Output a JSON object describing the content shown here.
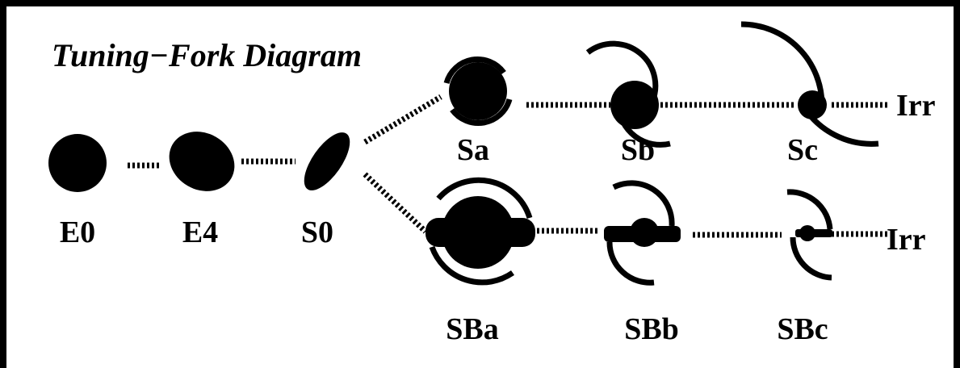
{
  "title": "Tuning−Fork Diagram",
  "labels": {
    "e0": "E0",
    "e4": "E4",
    "s0": "S0",
    "sa": "Sa",
    "sb": "Sb",
    "sc": "Sc",
    "irr_top": "Irr",
    "sba": "SBa",
    "sbb": "SBb",
    "sbc": "SBc",
    "irr_bottom": "Irr"
  }
}
